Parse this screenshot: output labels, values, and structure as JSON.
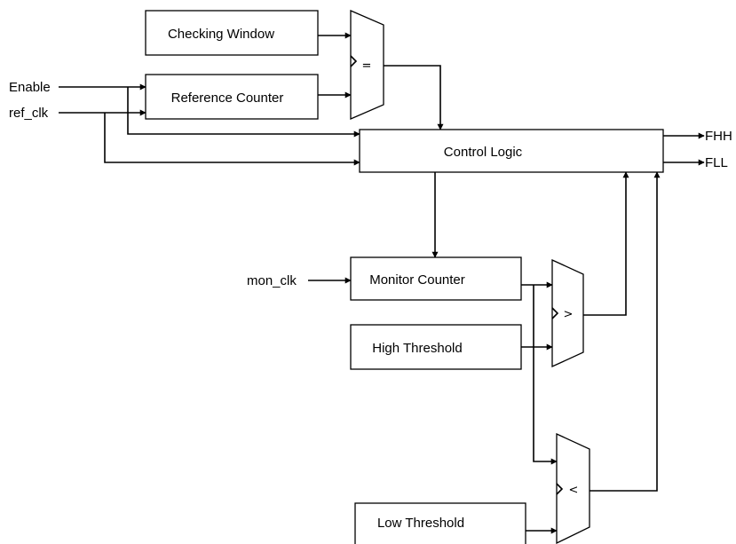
{
  "blocks": {
    "checking_window": "Checking Window",
    "reference_counter": "Reference Counter",
    "control_logic": "Control Logic",
    "monitor_counter": "Monitor Counter",
    "high_threshold": "High Threshold",
    "low_threshold": "Low Threshold"
  },
  "comparators": {
    "equal": "=",
    "greater": ">",
    "less": "<"
  },
  "inputs": {
    "enable": "Enable",
    "ref_clk": "ref_clk",
    "mon_clk": "mon_clk"
  },
  "outputs": {
    "fhh": "FHH",
    "fll": "FLL"
  }
}
